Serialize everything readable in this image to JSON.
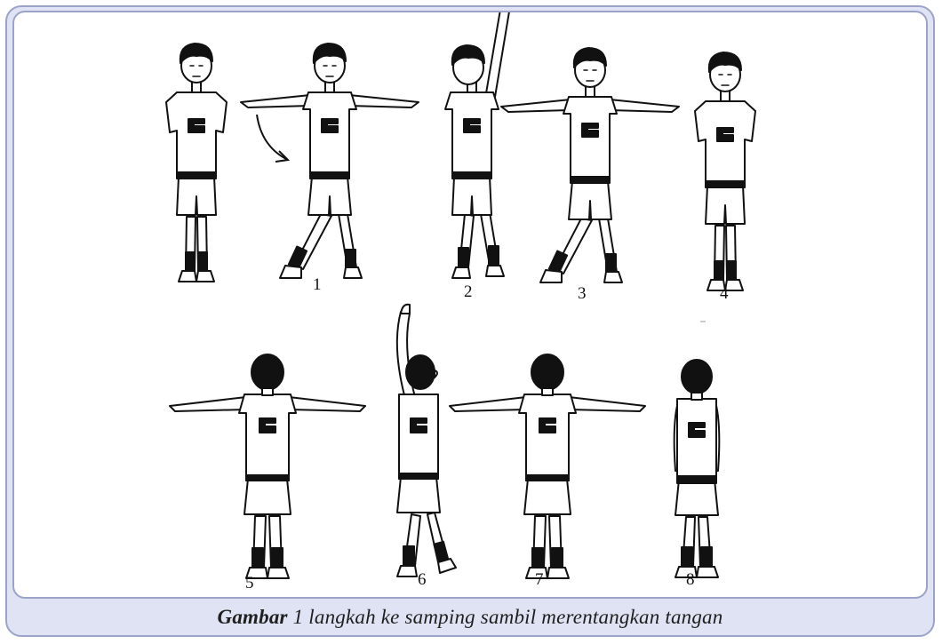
{
  "figure_numbers": [
    "1",
    "2",
    "3",
    "4",
    "5",
    "6",
    "7",
    "8"
  ],
  "caption": {
    "label": "Gambar",
    "text": " 1 langkah ke samping sambil merentangkan tangan"
  },
  "colors": {
    "frame_border": "#9ba4c8",
    "frame_fill": "#dfe3f4",
    "ink": "#111111"
  }
}
